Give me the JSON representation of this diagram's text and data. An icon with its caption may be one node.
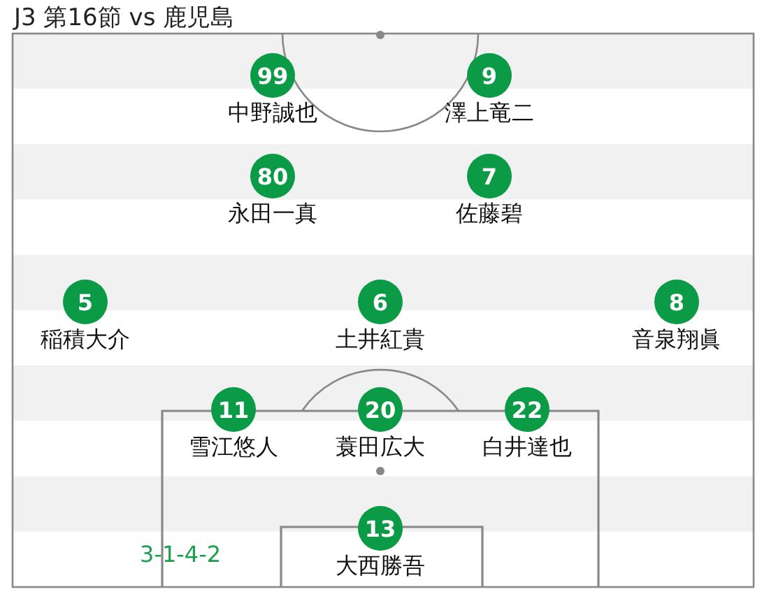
{
  "diagram": {
    "title": "J3 第16節 vs 鹿児島",
    "nodes": [
      {
        "text": [
          "99",
          "中野誠也"
        ]
      },
      {
        "text": [
          "9",
          "澤上竜二"
        ]
      },
      {
        "text": [
          "80",
          "永田一真"
        ]
      },
      {
        "text": [
          "7",
          "佐藤碧"
        ]
      },
      {
        "text": [
          "5",
          "稲積大介"
        ]
      },
      {
        "text": [
          "6",
          "土井紅貴"
        ]
      },
      {
        "text": [
          "8",
          "音泉翔眞"
        ]
      },
      {
        "text": [
          "11",
          "雪江悠人"
        ]
      },
      {
        "text": [
          "20",
          "蓑田広大"
        ]
      },
      {
        "text": [
          "22",
          "白井達也"
        ]
      },
      {
        "text": [
          "13",
          "大西勝吾"
        ]
      }
    ],
    "labels": [
      "3-1-4-2"
    ]
  }
}
